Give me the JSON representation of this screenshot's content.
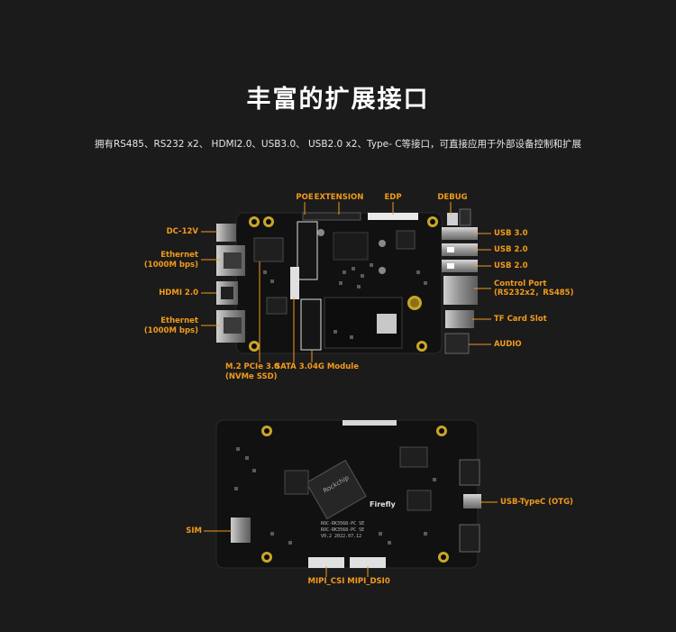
{
  "header": {
    "title": "丰富的扩展接口",
    "subtitle": "拥有RS485、RS232 x2、 HDMI2.0、USB3.0、 USB2.0 x2、Type- C等接口，可直接应用于外部设备控制和扩展"
  },
  "colors": {
    "background": "#1b1b1b",
    "label": "#f29a1c",
    "title": "#ffffff"
  },
  "labels": {
    "poe": "POE",
    "extension": "EXTENSION",
    "edp": "EDP",
    "debug": "DEBUG",
    "dc": "DC-12V",
    "eth1_line1": "Ethernet",
    "eth1_line2": "(1000M bps)",
    "hdmi": "HDMI 2.0",
    "eth2_line1": "Ethernet",
    "eth2_line2": "(1000M bps)",
    "m2_line1": "M.2 PCIe 3.0",
    "m2_line2": "(NVMe SSD)",
    "sata": "SATA 3.0",
    "module4g": "4G Module",
    "usb30": "USB 3.0",
    "usb20a": "USB 2.0",
    "usb20b": "USB 2.0",
    "control_line1": "Control Port",
    "control_line2": "(RS232x2，RS485)",
    "tf": "TF Card Slot",
    "audio": "AUDIO",
    "sim": "SIM",
    "typec": "USB-TypeC (OTG)",
    "mipi_csi": "MIPI_CSI",
    "mipi_dsi": "MIPI_DSI0"
  },
  "silkscreen": {
    "brand": "Firefly",
    "model1": "ROC-RK3568-PC SE",
    "model2": "ROC-RK3568-PC SE",
    "version": "V0.2 2022.07.12",
    "chip": "Rockchip"
  }
}
